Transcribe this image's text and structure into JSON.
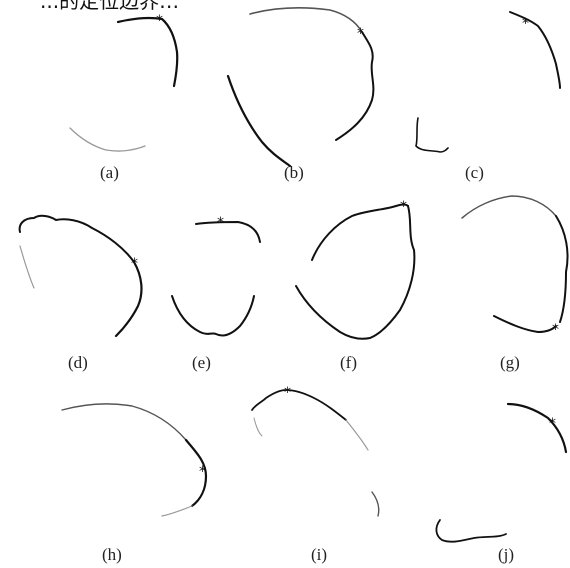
{
  "header": {
    "partial_text": "...的定位边界…"
  },
  "panels": [
    {
      "id": "a",
      "label": "(a)",
      "marker": "*"
    },
    {
      "id": "b",
      "label": "(b)",
      "marker": "*"
    },
    {
      "id": "c",
      "label": "(c)",
      "marker": "*"
    },
    {
      "id": "d",
      "label": "(d)",
      "marker": "*"
    },
    {
      "id": "e",
      "label": "(e)",
      "marker": "*"
    },
    {
      "id": "f",
      "label": "(f)",
      "marker": "*"
    },
    {
      "id": "g",
      "label": "(g)",
      "marker": "*"
    },
    {
      "id": "h",
      "label": "(h)",
      "marker": "*"
    },
    {
      "id": "i",
      "label": "(i)",
      "marker": "*"
    },
    {
      "id": "j",
      "label": "(j)",
      "marker": "*"
    }
  ]
}
